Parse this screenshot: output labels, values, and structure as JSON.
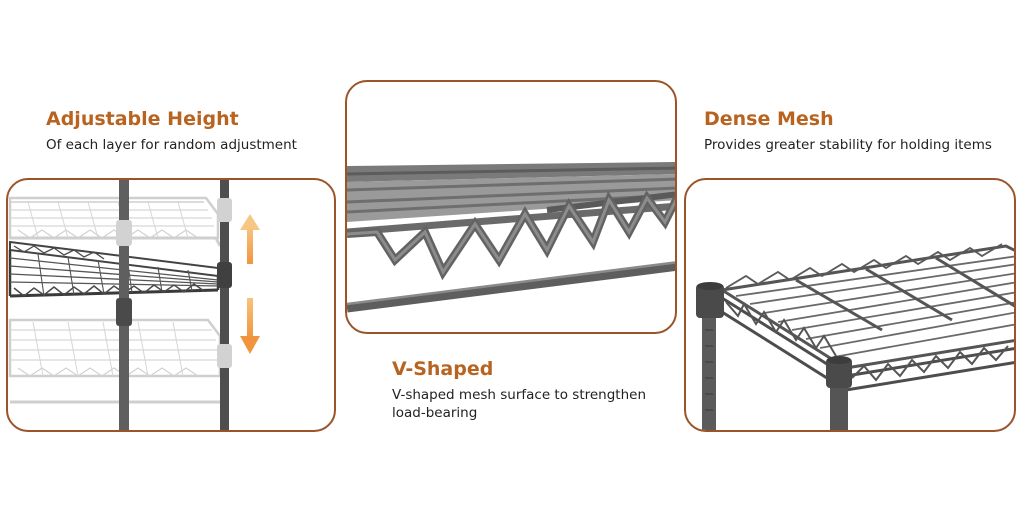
{
  "theme": {
    "accent": "#b8631f",
    "border": "#9a5428",
    "arrow_top": "#f7c37e",
    "arrow_bottom": "#f0953d",
    "metal": "#5a5a5a",
    "metal_faded": "#c9c9c9"
  },
  "features": {
    "adjustable": {
      "title": "Adjustable Height",
      "description": "Of each layer for random adjustment",
      "icon": "up-down-arrow-icon"
    },
    "v_shaped": {
      "title": "V-Shaped",
      "description_line1": "V-shaped mesh surface to strengthen",
      "description_line2": "load-bearing"
    },
    "dense_mesh": {
      "title": "Dense Mesh",
      "description": "Provides greater stability for holding items"
    }
  }
}
